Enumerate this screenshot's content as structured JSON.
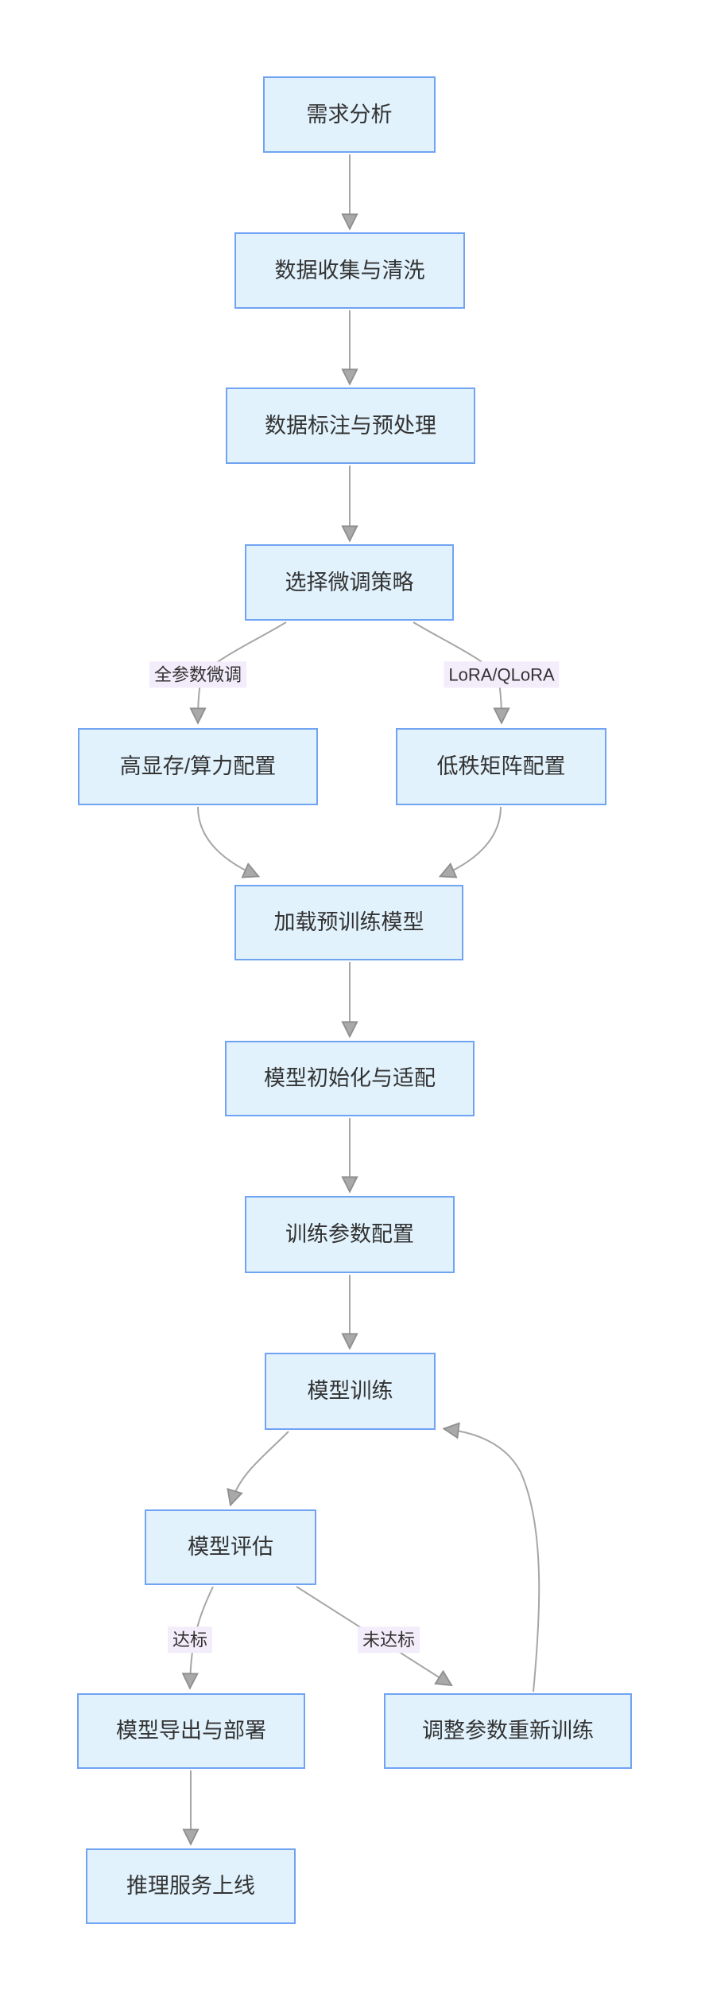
{
  "diagram": {
    "type": "flowchart",
    "direction": "top-down",
    "nodes": [
      {
        "id": "A",
        "label": "需求分析"
      },
      {
        "id": "B",
        "label": "数据收集与清洗"
      },
      {
        "id": "C",
        "label": "数据标注与预处理"
      },
      {
        "id": "D",
        "label": "选择微调策略"
      },
      {
        "id": "E",
        "label": "高显存/算力配置"
      },
      {
        "id": "F",
        "label": "低秩矩阵配置"
      },
      {
        "id": "G",
        "label": "加载预训练模型"
      },
      {
        "id": "H",
        "label": "模型初始化与适配"
      },
      {
        "id": "I",
        "label": "训练参数配置"
      },
      {
        "id": "J",
        "label": "模型训练"
      },
      {
        "id": "K",
        "label": "模型评估"
      },
      {
        "id": "L",
        "label": "模型导出与部署"
      },
      {
        "id": "M",
        "label": "调整参数重新训练"
      },
      {
        "id": "N",
        "label": "推理服务上线"
      }
    ],
    "edges": [
      {
        "from": "需求分析",
        "to": "数据收集与清洗",
        "label": ""
      },
      {
        "from": "数据收集与清洗",
        "to": "数据标注与预处理",
        "label": ""
      },
      {
        "from": "数据标注与预处理",
        "to": "选择微调策略",
        "label": ""
      },
      {
        "from": "选择微调策略",
        "to": "高显存/算力配置",
        "label": "全参数微调"
      },
      {
        "from": "选择微调策略",
        "to": "低秩矩阵配置",
        "label": "LoRA/QLoRA"
      },
      {
        "from": "高显存/算力配置",
        "to": "加载预训练模型",
        "label": ""
      },
      {
        "from": "低秩矩阵配置",
        "to": "加载预训练模型",
        "label": ""
      },
      {
        "from": "加载预训练模型",
        "to": "模型初始化与适配",
        "label": ""
      },
      {
        "from": "模型初始化与适配",
        "to": "训练参数配置",
        "label": ""
      },
      {
        "from": "训练参数配置",
        "to": "模型训练",
        "label": ""
      },
      {
        "from": "模型训练",
        "to": "模型评估",
        "label": ""
      },
      {
        "from": "模型评估",
        "to": "模型导出与部署",
        "label": "达标"
      },
      {
        "from": "模型评估",
        "to": "调整参数重新训练",
        "label": "未达标"
      },
      {
        "from": "调整参数重新训练",
        "to": "模型训练",
        "label": ""
      },
      {
        "from": "模型导出与部署",
        "to": "推理服务上线",
        "label": ""
      }
    ],
    "colors": {
      "node_fill": "#e1f2fc",
      "node_border": "#71a3f3",
      "node_text": "#333333",
      "edge_line": "#a6a6a6",
      "arrowhead": "#a9a9a9",
      "edge_label_bg": "#f3ecfa",
      "edge_label_text": "#333333",
      "background": "#ffffff"
    }
  }
}
